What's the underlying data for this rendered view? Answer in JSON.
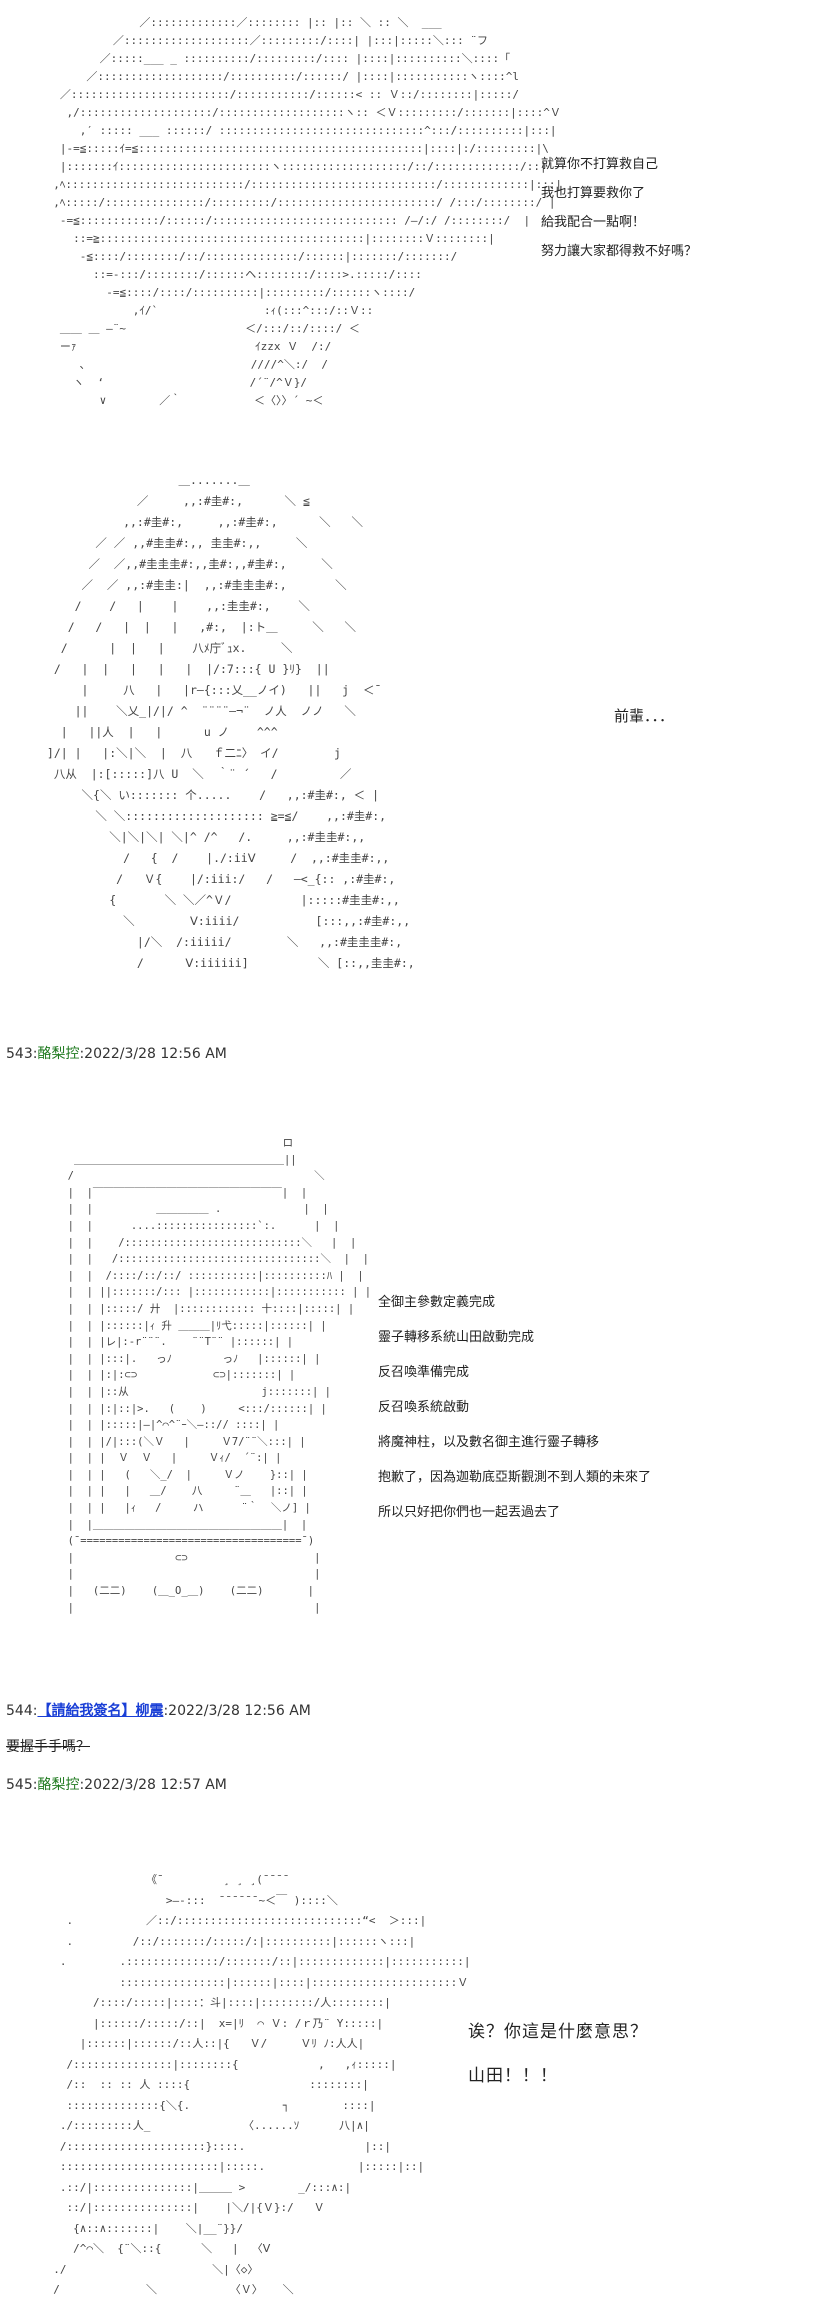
{
  "scenes": [
    {
      "art": "               ／:::::::::::::／:::::::: |:: |:: ＼ :: ＼  ___\n           ／:::::::::::::::::::／:::::::::/::::| |:::|:::::＼::: ¨フ\n         ／:::::___ _ ::::::::::/:::::::::/:::: |::::|::::::::::＼::::「\n       ／:::::::::::::::::::/::::::::::/::::::/ |::::|:::::::::::ヽ::::^l\n   ／::::::::::::::::::::::::/:::::::::::/::::::< :: Ｖ::/::::::::|:::::/\n    ,/::::::::::::::::::::/:::::::::::::::::::ヽ:: ＜Ｖ:::::::::/:::::::|::::^Ｖ\n      ,′ ::::: ___ ::::::/ :::::::::::::::::::::::::::::::^:::/::::::::::|:::|\n   |-=≦:::::ｲ=≦:::::::::::::::::::::::::::::::::::::::::::|::::|:/:::::::::|\\\n   |:::::::ｲ:::::::::::::::::::::::ヽ:::::::::::::::::::/::/:::::::::::::/::|\n  ,ﾍ:::::::::::::::::::::::::::/::::::::::::::::::::::::::::/:::::::::::::|:::|\n  ,ﾍ:::::/:::::::::::::::/:::::::::/::::::::::::::::::::::::/ /:::/::::::::/ |\n   -=≦::::::::::::/::::::/:::::::::::::::::::::::::::: /—/:/ /::::::::/  |\n     ::=≧::::::::::::::::::::::::::::::::::::::::|::::::::Ｖ::::::::|\n      ‐≦::::/::::::::/::/::::::::::::::/::::::|:::::::/:::::::/\n        ::=-:::/::::::::/::::::ヘ::::::::/::::>.:::::/::::\n          ‐=≦::::/::::/::::::::::|:::::::::/::::::ヽ::::/\n              ,ｲ/`                :ｨ(:::^:::/::Ｖ::\n   ＿＿ ＿ ―¨~                  ＜/:::/::/::::/ ＜\n   ーｧ                           ｲzzx Ｖ  /:/\n      ､                         ////^＼:/  /\n     ヽ  ‘                      /´¨/^Ｖ}/\n         ∨        ／｀           ＜〈〉〉´ ~＜",
      "dialog": [
        "就算你不打算救自己",
        "我也打算要救你了",
        "給我配合一點啊！",
        "努力讓大家都得救不好嗎？"
      ]
    },
    {
      "art": "                    ＿.......＿\n              ／     ,,:#圭#:,      ＼ ≦\n            ,,:#圭#:,     ,,:#圭#:,      ＼   ＼\n        ／ ／ ,,#圭圭#:,, 圭圭#:,,     ＼\n       ／  ／,,#圭圭圭#:,,圭#:,,#圭#:,     ＼\n      ／  ／ ,,:#圭圭:|  ,,:#圭圭圭#:,       ＼\n     /    /   |    |    ,,:圭圭#:,    ＼\n    /   /   |  |   |   ,#:,  |:ト＿     ＼   ＼\n   /      |  |   |    八ﾒ庁ﾞｭx.     ＼\n  /   |  |   |   |   |  |/:7:::{ U }ﾘ}  ||\n      |     八   |   |r—{:::乂__ノイ)   ||   j  ＜¯\n     ||    ＼乂_|/|/ ^  ¨¨¨¨—¬¨  ノ人  ノノ   ＼\n   |   ||人  |   |      u ノ    ^^^\n ]/| |   |:＼|＼  |  八   ｆ二ﾆ〉 イ/        j\n  八从  |:[:::::]八 U  ＼  ｀¨ ´   /         ／\n      ＼{＼ い::::::: 个.....    /   ,,:#圭#:, ＜ |\n        ＼ ＼:::::::::::::::::::: ≧=≦/    ,,:#圭#:,\n          ＼|＼|＼| ＼|^ /^   /.     ,,:#圭圭#:,,\n            /   {  /    |./:iiⅤ     /  ,,:#圭圭#:,,\n           /   Ｖ{    |/:iii:/   /   —<_{:: ,:#圭#:,\n          {       ＼ ＼／^Ｖ/          |:::::#圭圭#:,,\n            ＼        Ⅴ:iiii/           [:::,,:#圭#:,,\n              |/＼  /:iiiii/        ＼   ,,:#圭圭圭#:,\n              /      Ⅴ:iiiiii]          ＼ [::,,圭圭#:,",
      "dialog": [
        "前輩．．．"
      ]
    }
  ],
  "posts": [
    {
      "number": "543",
      "separator": ":",
      "name": "酪梨控",
      "date": ":2022/3/28 12:56 AM",
      "is_link": false
    },
    {
      "number": "544",
      "separator": ":",
      "name": "【請給我簽名】柳震",
      "date": ":2022/3/28 12:56 AM",
      "is_link": true,
      "reply": "要握手手嗎？"
    },
    {
      "number": "545",
      "separator": ":",
      "name": "酪梨控",
      "date": ":2022/3/28 12:57 AM",
      "is_link": false
    }
  ],
  "machine_scene": {
    "art": "                                    ロ\n   ＿＿＿＿＿＿＿＿＿＿＿＿＿＿＿＿＿＿＿＿||\n  /                                      ＼\n  |  |￣￣￣￣￣￣￣￣￣￣￣￣￣￣￣￣￣￣|  |\n  |  |          ＿＿＿＿＿ .             |  |\n  |  |      ....::::::::::::::::`:.      |  |\n  |  |    /::::::::::::::::::::::::::::＼   |  |\n  |  |   /::::::::::::::::::::::::::::::::＼  |  |\n  |  |  /::::/::/::/ :::::::::::|::::::::::ﾊ |  |\n  |  | ||:::::::/::: |::::::::::::|::::::::::: | |\n  |  | |:::::/ 廾  |:::::::::::: 十::::|:::::| |\n  |  | |::::::|ｨ 升 ＿＿＿|ﾘ弋:::::|::::::| |\n  |  | |レ|:-r¨¨¨.    ¨¨T¨¨ |::::::| |\n  |  | |:::|.   っﾉ        っﾉ   |::::::| |\n  |  | |:|:⊂⊃            ⊂⊃|:::::::| |\n  |  | |::从                     j:::::::| |\n  |  | |:|::|>.   (    )     <:::/::::::| |\n  |  | |:::::|—|^⌒^¨ｰ＼—::// ::::| |\n  |  | |/|:::(＼Ｖ   |     Ｖ7/¨¨＼:::| |\n  |  | |  Ｖ  Ｖ   |     Ｖｨ/  ´¨:| |\n  |  | |   (   ＼_/  |     Ｖノ    }::| |\n  |  | |   |   ＿/    八     ¨＿   |::| |\n  |  | |   |ｨ   /     ハ      ¨｀  ＼ノ] |\n  |  |＿＿＿＿＿＿＿＿＿＿＿＿＿＿＿＿＿＿|  |\n  (¯===================================¯)\n  |                ⊂⊃                    |\n  |                                      |\n  |   (二二)    (＿_O_＿)    (二二)       |\n  |                                      |",
    "dialog": [
      "全御主參數定義完成",
      "靈子轉移系統山田啟動完成",
      "反召喚準備完成",
      "反召喚系統啟動",
      "將魔神柱，以及數名御主進行靈子轉移",
      "抱歉了，因為迦勒底亞斯觀測不到人類的未來了",
      "所以只好把你們也一起丟過去了"
    ]
  },
  "final_scene": {
    "art": "                《¯         ¸ ¸ ¸(¯¯¯¯\n                   >—‐:::  ¯¯¯¯¯¯~＜￣ )::::＼\n    .           ／::/::::::::::::::::::::::::::::“<  ＞:::|\n    .         /::/:::::::/:::::/:|::::::::::|::::::ヽ:::|\n   .        .::::::::::::::/:::::::/::|:::::::::::::|:::::::::::|\n            ::::::::::::::::|::::::|::::|::::::::::::::::::::::Ｖ\n        /::::/:::::|::::：斗|::::|::::::::/人::::::::|\n        |::::::/:::::/::|  x=|ﾘ  ⌒ Ｖ: /ｒ乃¨ Y:::::|\n      |::::::|::::::/::人::|{   Ｖ/     Ｖﾘ ﾉ:人人|\n    /:::::::::::::::|::::::::{            ,   ,ｨ:::::|\n    /::  :: :: 人 ::::{                  ::::::::|\n    ::::::::::::::{＼{.              ┐        ::::|\n   ./:::::::::人_              〈......ｿ      八|∧|\n   /:::::::::::::::::::::}::::.                  |::|\n   ::::::::::::::::::::::::|:::::.              |:::::|::|\n   .::/|:::::::::::::::|＿＿＿ >        _/:::∧:|\n    ::/|:::::::::::::::|    |＼/|{Ｖ}:/   Ｖ\n     {∧::∧:::::::|    ＼|__¨}}/\n     /^⌒＼  {¨＼::{      ＼   |  〈Ⅴ\n  ./                      ＼|〈◇〉\n  /             ＼           〈Ｖ〉   ＼",
    "dialog": [
      "诶？你這是什麼意思？",
      "山田！！！"
    ]
  }
}
